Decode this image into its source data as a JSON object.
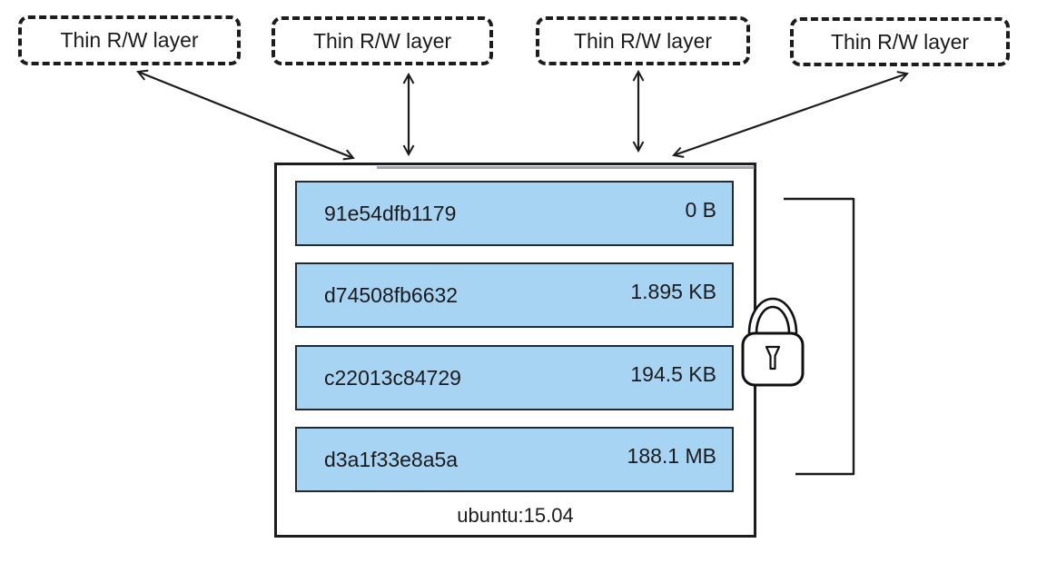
{
  "thin_layers": [
    {
      "label": "Thin R/W layer"
    },
    {
      "label": "Thin R/W layer"
    },
    {
      "label": "Thin R/W layer"
    },
    {
      "label": "Thin R/W layer"
    }
  ],
  "image": {
    "name": "ubuntu:15.04",
    "layers": [
      {
        "id": "91e54dfb1179",
        "size": "0 B"
      },
      {
        "id": "d74508fb6632",
        "size": "1.895 KB"
      },
      {
        "id": "c22013c84729",
        "size": "194.5 KB"
      },
      {
        "id": "d3a1f33e8a5a",
        "size": "188.1 MB"
      }
    ]
  },
  "icons": {
    "lock": "lock-icon"
  },
  "colors": {
    "layer_fill": "#a8d4f4",
    "layer_border": "#1f2b36",
    "stroke": "#1c1c1c",
    "background": "#ffffff"
  }
}
